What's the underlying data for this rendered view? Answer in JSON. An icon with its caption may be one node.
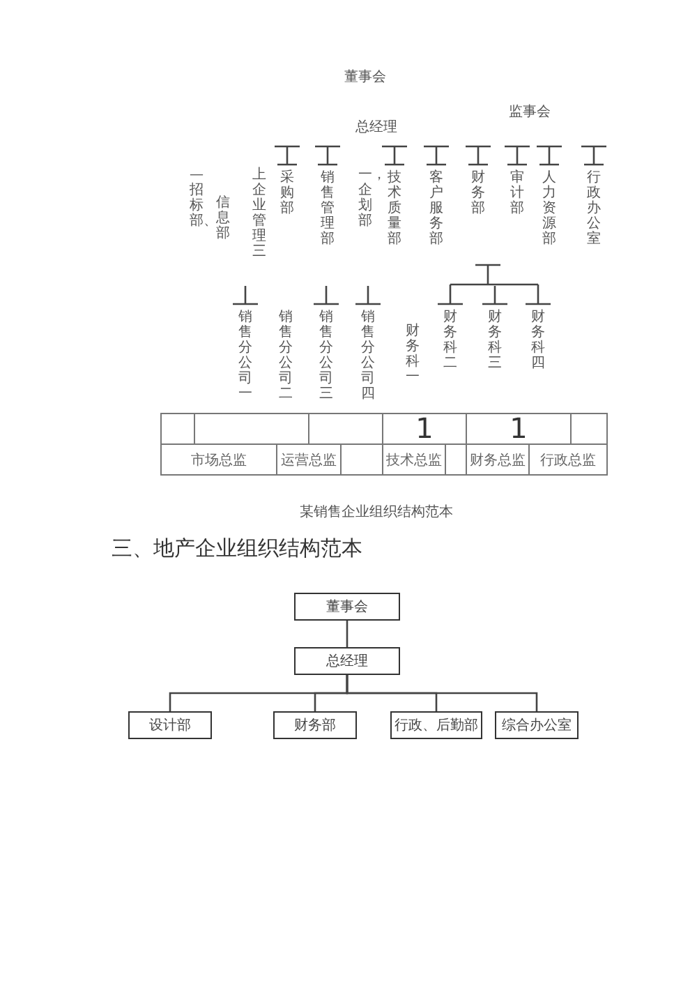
{
  "diagram": {
    "title": "三、地产企业组织结构范本",
    "nodes": [
      {
        "text": [
          "董事会"
        ]
      },
      {
        "text": [
          "总经理"
        ]
      },
      {
        "text": [
          "设计部"
        ]
      },
      {
        "text": [
          "财务部"
        ]
      },
      {
        "text": [
          "行政、后勤部"
        ]
      },
      {
        "text": [
          "综合办公室"
        ]
      }
    ],
    "edges": [
      {
        "from": 0,
        "to": 1,
        "arrow": "none"
      },
      {
        "from": 1,
        "to": 2,
        "arrow": "none"
      },
      {
        "from": 1,
        "to": 3,
        "arrow": "none"
      },
      {
        "from": 1,
        "to": 4,
        "arrow": "none"
      },
      {
        "from": 1,
        "to": 5,
        "arrow": "none"
      }
    ],
    "labels": [
      "董事会",
      "监事会",
      "总经理",
      "—招标部、",
      "信息部",
      "上企业管理三",
      "采购部",
      "销售管理部",
      "一，企划部",
      "技术质量部",
      "客户服务部",
      "财务部",
      "审计部",
      "人力资源部",
      "行政办公室",
      "销售分公司一",
      "销售分公司二",
      "销售分公司三",
      "销售分公司四",
      "财务科一",
      "财务科二",
      "财务科三",
      "财务科四",
      "1",
      "1",
      "市场总监",
      "运营总监",
      "技术总监",
      "财务总监",
      "行政总监",
      "某销售企业组织结构范本"
    ]
  }
}
